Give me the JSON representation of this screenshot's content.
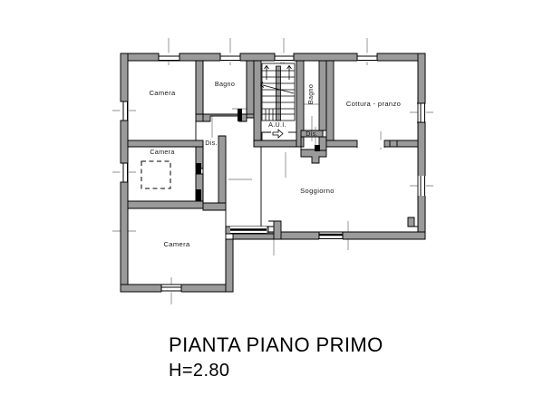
{
  "document": {
    "type": "architectural-floor-plan",
    "title": "PIANTA PIANO PRIMO",
    "subtitle": "H=2.80",
    "background_color": "#ffffff",
    "line_color": "#000000",
    "wall_fill_color": "#9a9a9a"
  },
  "rooms": [
    {
      "id": "camera-top-left",
      "label": "Camera"
    },
    {
      "id": "bagno-top",
      "label": "Bagno"
    },
    {
      "id": "bagno-vertical",
      "label": "Bagno"
    },
    {
      "id": "aui-stairwell",
      "label": "A.U.I."
    },
    {
      "id": "cottura-pranzo",
      "label": "Cottura - pranzo"
    },
    {
      "id": "camera-middle-left",
      "label": "Camera"
    },
    {
      "id": "dis-left",
      "label": "Dis."
    },
    {
      "id": "dis-right",
      "label": "Dis."
    },
    {
      "id": "soggiorno",
      "label": "Soggiorno"
    },
    {
      "id": "camera-bottom-left",
      "label": "Camera"
    }
  ],
  "title_block": {
    "line1": "PIANTA PIANO PRIMO",
    "line2": "H=2.80"
  }
}
